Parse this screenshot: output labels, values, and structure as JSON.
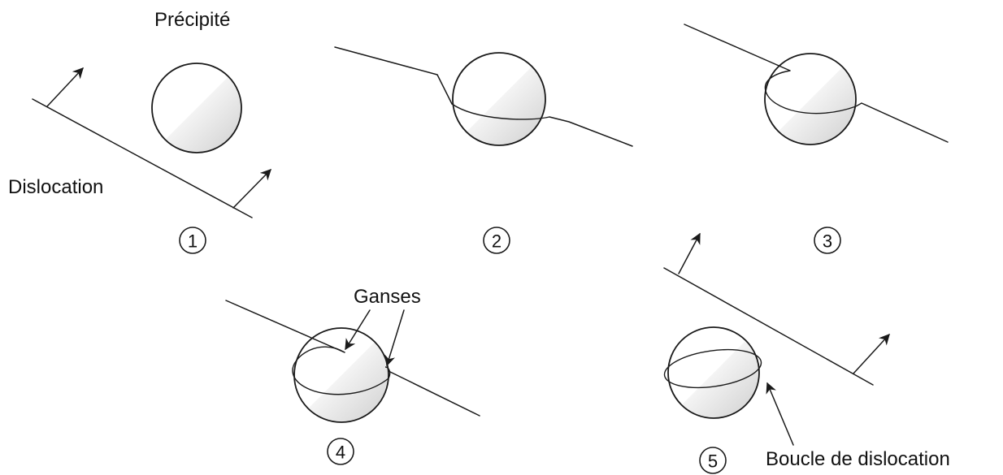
{
  "labels": {
    "precipitate": "Précipité",
    "dislocation": "Dislocation",
    "loops": "Ganses",
    "dislocation_loop": "Boucle de dislocation"
  },
  "steps": [
    "1",
    "2",
    "3",
    "4",
    "5"
  ],
  "colors": {
    "line": "#1a1a1a",
    "sphere_shade": "#d9d9d9",
    "background": "#ffffff"
  }
}
